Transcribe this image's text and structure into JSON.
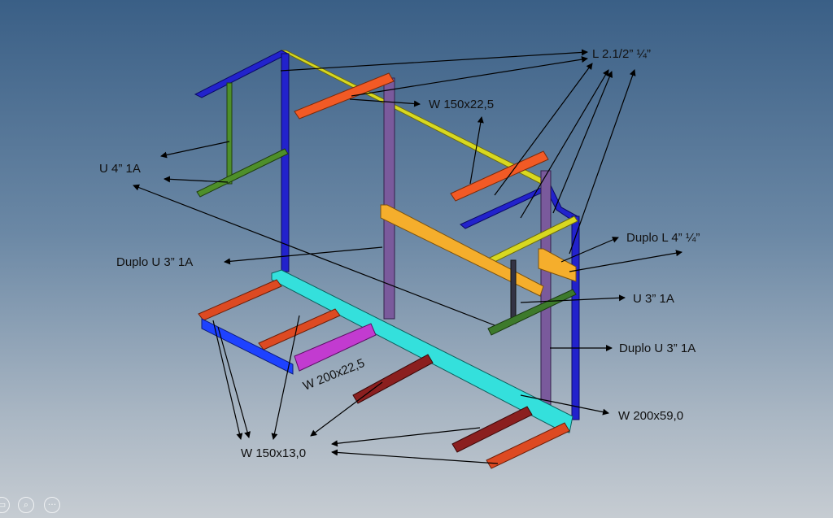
{
  "labels": {
    "l_angle": "L 2.1/2” ¼”",
    "w150_22": "W 150x22,5",
    "u4": "U 4” 1A",
    "duplo_u3_left": "Duplo U 3” 1A",
    "duplo_l4": "Duplo L 4” ¼”",
    "u3": "U 3” 1A",
    "duplo_u3_right": "Duplo U 3” 1A",
    "w200_59": "W 200x59,0",
    "w200_22": "W 200x22,5",
    "w150_13": "W 150x13,0"
  },
  "colors": {
    "angle_yellow": "#d8d820",
    "w150_22": "#f25a25",
    "u4": "#4e8f2a",
    "duplo_u3": "#2222cc",
    "duplo_u3_purple": "#7a5a9c",
    "duplo_l4": "#f5ae2c",
    "u3": "#3d7a2c",
    "w200_59": "#34e0dc",
    "w200_22": "#c23bd0",
    "w150_13": "#dd4a22",
    "w150_13_dark": "#8b1f1f",
    "blue_box": "#1e42ff"
  },
  "controls": [
    "slide-icon",
    "zoom-icon",
    "more-icon"
  ]
}
